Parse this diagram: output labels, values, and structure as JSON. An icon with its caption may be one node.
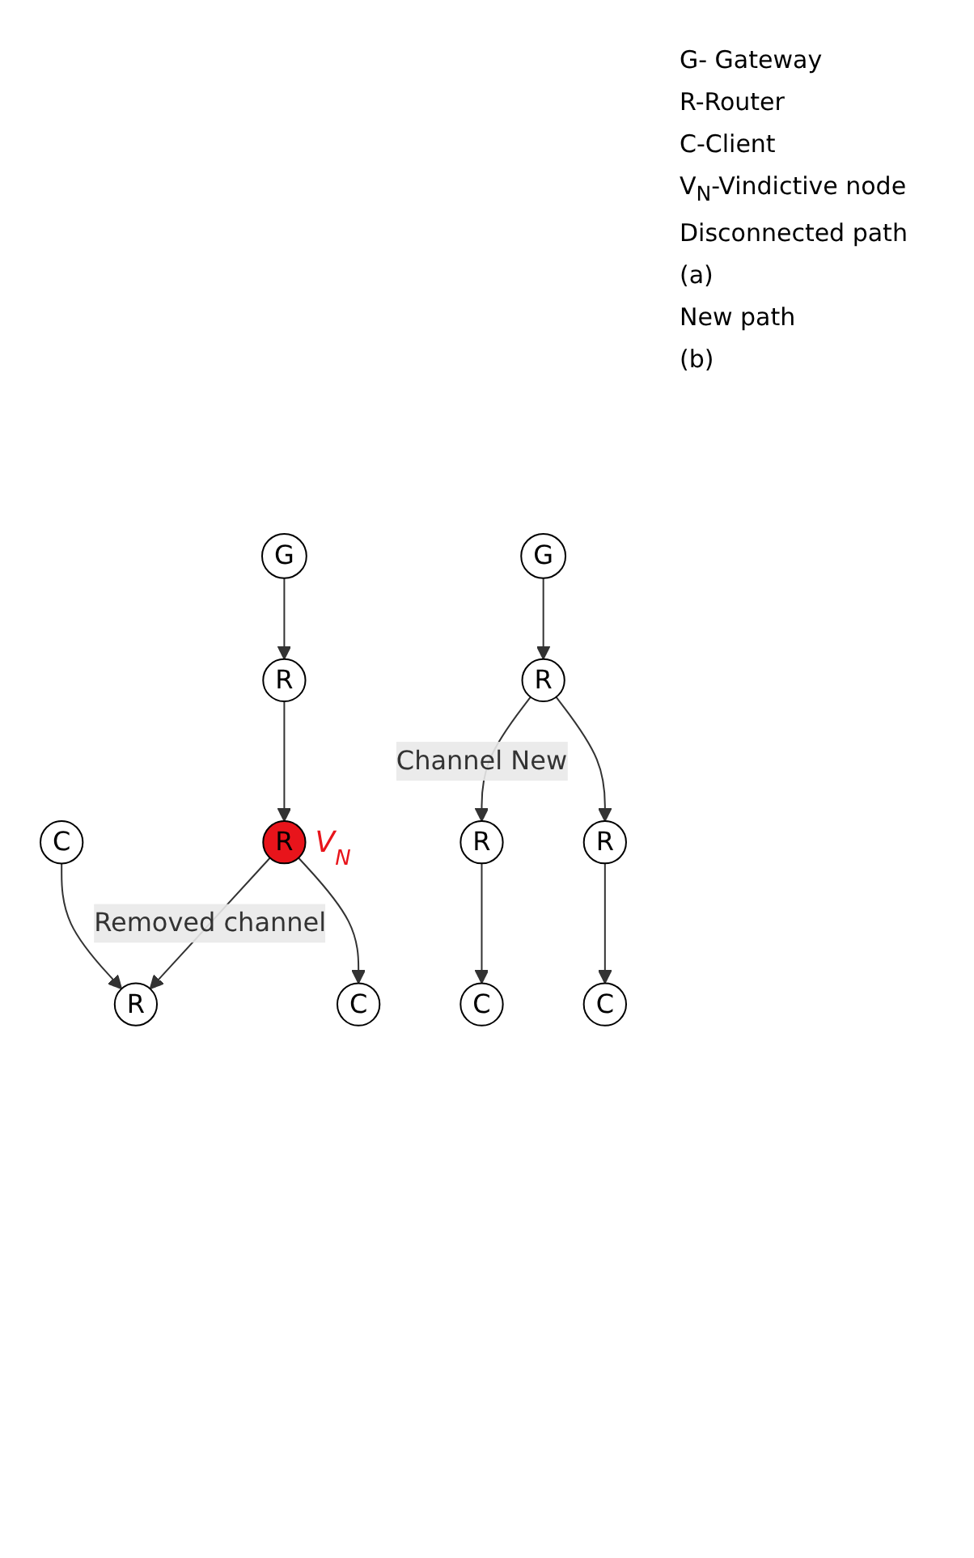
{
  "diagram": {
    "nodes": [
      {
        "text": [
          "G"
        ]
      },
      {
        "text": [
          "R"
        ]
      },
      {
        "text": [
          "R"
        ],
        "beside": [
          "V$_{N}$"
        ]
      },
      {
        "text": [
          "R"
        ]
      },
      {
        "text": [
          "C"
        ]
      },
      {
        "text": [
          "C"
        ]
      },
      {
        "text": [
          "G"
        ]
      },
      {
        "text": [
          "R"
        ]
      },
      {
        "text": [
          "R"
        ]
      },
      {
        "text": [
          "R"
        ]
      },
      {
        "text": [
          "C"
        ]
      },
      {
        "text": [
          "C"
        ]
      }
    ],
    "edges": [
      {
        "from": 0,
        "to": 1,
        "arrow": "to"
      },
      {
        "from": 1,
        "to": 2,
        "arrow": "to"
      },
      {
        "from": 2,
        "to": 3,
        "arrow": "to",
        "label": "Removed channel"
      },
      {
        "from": 4,
        "to": 3,
        "arrow": "to"
      },
      {
        "from": 2,
        "to": 5,
        "arrow": "to"
      },
      {
        "from": 6,
        "to": 7,
        "arrow": "to"
      },
      {
        "from": 7,
        "to": 8,
        "arrow": "to",
        "label": "Channel New"
      },
      {
        "from": 7,
        "to": 9,
        "arrow": "to"
      },
      {
        "from": 8,
        "to": 10,
        "arrow": "to"
      },
      {
        "from": 9,
        "to": 11,
        "arrow": "to"
      }
    ],
    "labels": [
      "G- Gateway",
      "R-Router",
      "C-Client",
      "V$_{N}$-Vindictive node",
      "Disconnected path",
      "(a)",
      "New path",
      "(b)"
    ]
  }
}
